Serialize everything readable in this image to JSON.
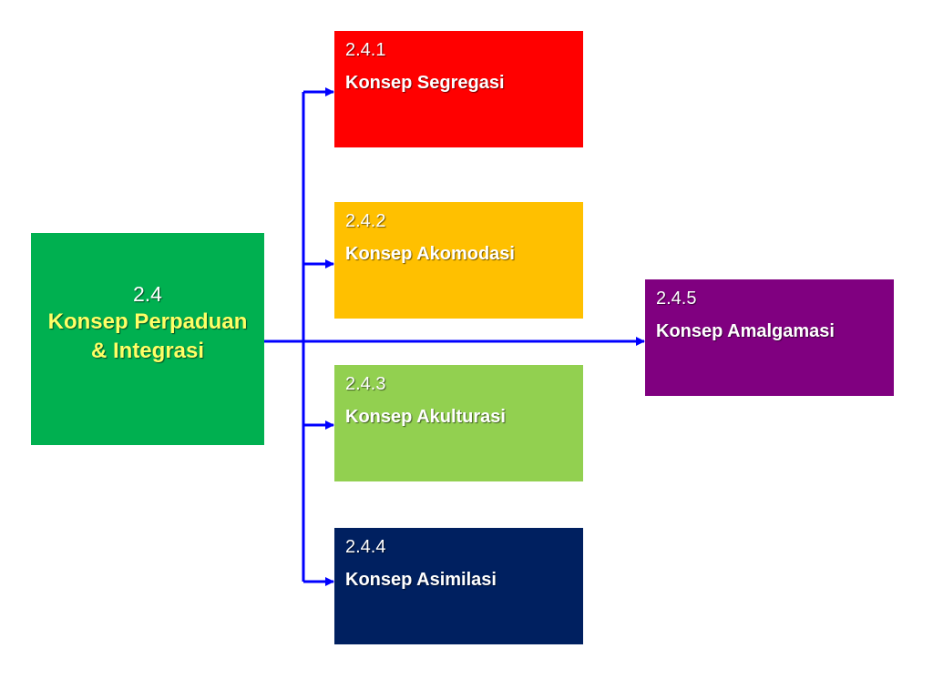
{
  "main": {
    "number": "2.4",
    "title": "Konsep Perpaduan & Integrasi",
    "color": "#00b050",
    "title_color": "#ffff66"
  },
  "concepts": [
    {
      "number": "2.4.1",
      "name": "Konsep Segregasi",
      "color": "#ff0000"
    },
    {
      "number": "2.4.2",
      "name": "Konsep Akomodasi",
      "color": "#ffc000"
    },
    {
      "number": "2.4.3",
      "name": "Konsep Akulturasi",
      "color": "#92d050"
    },
    {
      "number": "2.4.4",
      "name": "Konsep Asimilasi",
      "color": "#002060"
    },
    {
      "number": "2.4.5",
      "name": "Konsep Amalgamasi",
      "color": "#800080"
    }
  ],
  "connector_color": "#0000ff"
}
